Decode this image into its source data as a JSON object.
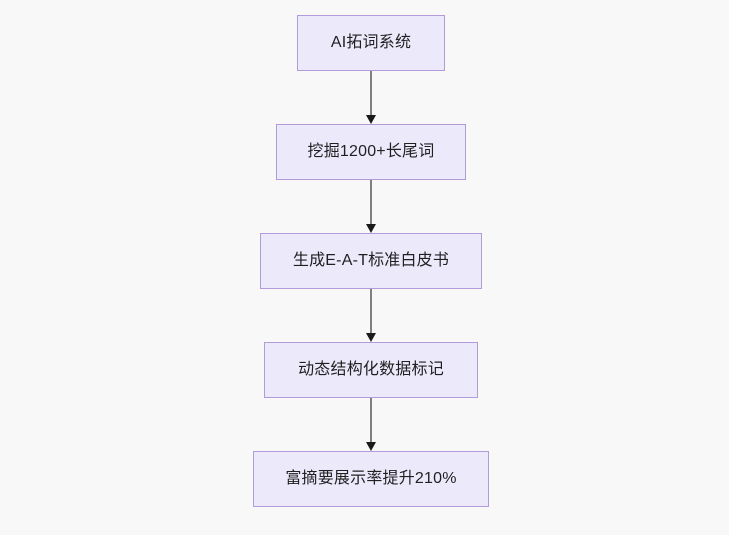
{
  "diagram": {
    "type": "flowchart",
    "direction": "top-to-bottom",
    "background_color": "#f8f8f8",
    "node_fill_color": "#ece9fb",
    "node_border_color": "#b19cd9",
    "node_text_color": "#1f2020",
    "edge_line_color": "#7f7f7f",
    "edge_arrow_color": "#1a1a1a",
    "nodes": [
      {
        "id": "n0",
        "label": "AI拓词系统"
      },
      {
        "id": "n1",
        "label": "挖掘1200+长尾词"
      },
      {
        "id": "n2",
        "label": "生成E-A-T标准白皮书"
      },
      {
        "id": "n3",
        "label": "动态结构化数据标记"
      },
      {
        "id": "n4",
        "label": "富摘要展示率提升210%"
      }
    ],
    "edges": [
      {
        "id": "e0",
        "from": "n0",
        "to": "n1",
        "arrow": "arrow-down-icon"
      },
      {
        "id": "e1",
        "from": "n1",
        "to": "n2",
        "arrow": "arrow-down-icon"
      },
      {
        "id": "e2",
        "from": "n2",
        "to": "n3",
        "arrow": "arrow-down-icon"
      },
      {
        "id": "e3",
        "from": "n3",
        "to": "n4",
        "arrow": "arrow-down-icon"
      }
    ]
  }
}
